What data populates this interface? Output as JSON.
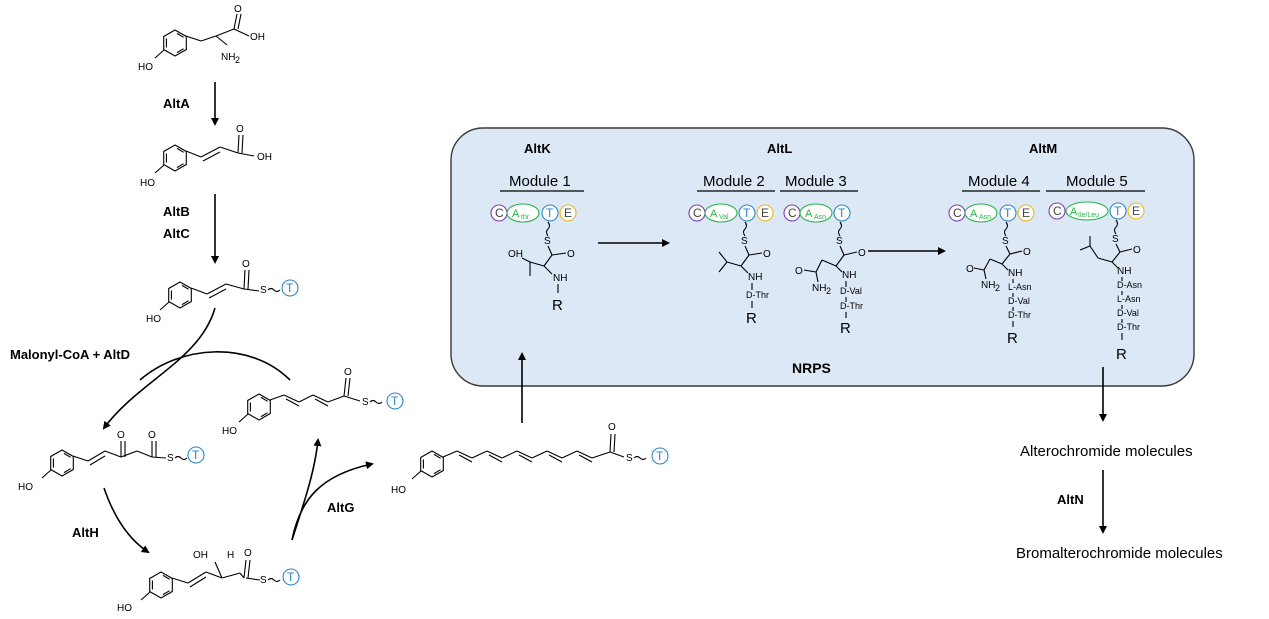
{
  "enzymes": {
    "altA": "AltA",
    "altB": "AltB",
    "altC": "AltC",
    "malonyl": "Malonyl-CoA + AltD",
    "altH": "AltH",
    "altG": "AltG",
    "altK": "AltK",
    "altL": "AltL",
    "altM": "AltM",
    "altN": "AltN"
  },
  "modules": [
    "Module 1",
    "Module 2",
    "Module 3",
    "Module 4",
    "Module 5"
  ],
  "nrps_label": "NRPS",
  "domains": {
    "c": "C",
    "a": "A",
    "t": "T",
    "e": "E",
    "a_subs": [
      "thr",
      "Val",
      "Asn",
      "Asn",
      "Ile/Leu"
    ]
  },
  "atoms": {
    "oh": "OH",
    "ho": "HO",
    "nh2": "NH",
    "nh2_sub": "2",
    "o": "O",
    "s": "S",
    "nh": "NH",
    "h": "H",
    "r": "R"
  },
  "chains": {
    "m1": [
      "R"
    ],
    "m2": [
      "D-Thr",
      "R"
    ],
    "m3": [
      "D-Val",
      "D-Thr",
      "R"
    ],
    "m4": [
      "L-Asn",
      "D-Val",
      "D-Thr",
      "R"
    ],
    "m5": [
      "D-Asn",
      "L-Asn",
      "D-Val",
      "D-Thr",
      "R"
    ]
  },
  "products": {
    "altero": "Alterochromide molecules",
    "bromo": "Bromalterochromide molecules"
  },
  "colors": {
    "panel_fill": "#dce8f6",
    "panel_stroke": "#3a3a3a",
    "c_domain": "#7b3fb5",
    "a_domain": "#2bb24c",
    "t_domain": "#2e86c8",
    "e_domain": "#e8b820"
  }
}
